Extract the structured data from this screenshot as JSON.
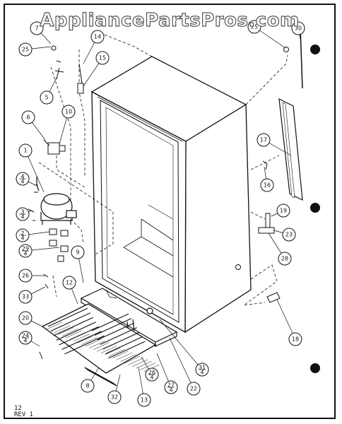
{
  "watermark": "AppliancePartsPros.com",
  "revision_lines": [
    "12",
    "REV 1"
  ],
  "callouts": [
    {
      "id": "c25a",
      "label": "25"
    },
    {
      "id": "c14",
      "label": "14"
    },
    {
      "id": "c15",
      "label": "15"
    },
    {
      "id": "c5",
      "label": "5"
    },
    {
      "id": "c6",
      "label": "6"
    },
    {
      "id": "c10",
      "label": "10"
    },
    {
      "id": "c1",
      "label": "1"
    },
    {
      "id": "c4_4",
      "label": "4/4"
    },
    {
      "id": "c3_4",
      "label": "3/4"
    },
    {
      "id": "c2_4",
      "label": "2/4"
    },
    {
      "id": "c29_4",
      "label": "29/4"
    },
    {
      "id": "c9",
      "label": "9"
    },
    {
      "id": "c26",
      "label": "26"
    },
    {
      "id": "c33",
      "label": "33"
    },
    {
      "id": "c12",
      "label": "12"
    },
    {
      "id": "c20",
      "label": "20"
    },
    {
      "id": "c24_4",
      "label": "24/4"
    },
    {
      "id": "c8",
      "label": "8"
    },
    {
      "id": "c32",
      "label": "32"
    },
    {
      "id": "c13",
      "label": "13"
    },
    {
      "id": "c26_4",
      "label": "26/4"
    },
    {
      "id": "c27_4",
      "label": "27/4"
    },
    {
      "id": "c22",
      "label": "22"
    },
    {
      "id": "c31_4",
      "label": "31/4"
    },
    {
      "id": "c18",
      "label": "18"
    },
    {
      "id": "c17",
      "label": "17"
    },
    {
      "id": "c16",
      "label": "16"
    },
    {
      "id": "c19",
      "label": "19"
    },
    {
      "id": "c23",
      "label": "23"
    },
    {
      "id": "c28",
      "label": "28"
    },
    {
      "id": "c7",
      "label": "7"
    },
    {
      "id": "c25b",
      "label": "25"
    },
    {
      "id": "c30",
      "label": "30"
    }
  ],
  "colors": {
    "ink": "#111111",
    "paper": "#ffffff",
    "watermark_outline": "#555555"
  }
}
